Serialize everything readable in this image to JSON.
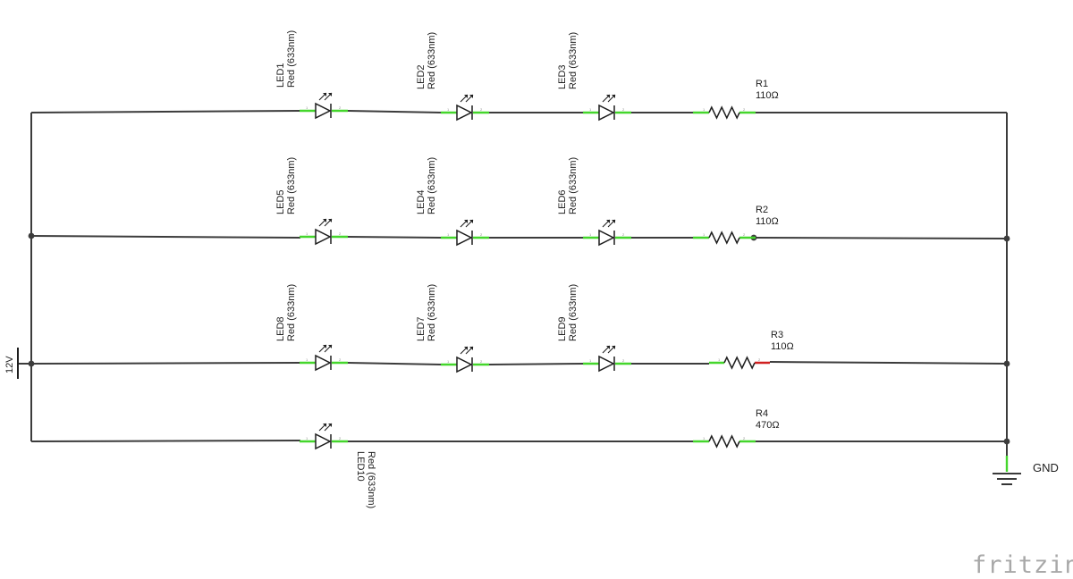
{
  "supply": {
    "label": "12V"
  },
  "ground": {
    "label": "GND"
  },
  "branding": {
    "text": "fritzing"
  },
  "leds": [
    {
      "name": "LED1",
      "color": "Red (633nm)"
    },
    {
      "name": "LED2",
      "color": "Red (633nm)"
    },
    {
      "name": "LED3",
      "color": "Red (633nm)"
    },
    {
      "name": "LED5",
      "color": "Red (633nm)"
    },
    {
      "name": "LED4",
      "color": "Red (633nm)"
    },
    {
      "name": "LED6",
      "color": "Red (633nm)"
    },
    {
      "name": "LED8",
      "color": "Red (633nm)"
    },
    {
      "name": "LED7",
      "color": "Red (633nm)"
    },
    {
      "name": "LED9",
      "color": "Red (633nm)"
    },
    {
      "name": "LED10",
      "color": "Red (633nm)"
    }
  ],
  "resistors": [
    {
      "name": "R1",
      "value": "110Ω"
    },
    {
      "name": "R2",
      "value": "110Ω"
    },
    {
      "name": "R3",
      "value": "110Ω"
    },
    {
      "name": "R4",
      "value": "470Ω"
    }
  ],
  "pin_numbers": {
    "first": "1",
    "second": "2"
  },
  "colors": {
    "wire": "#3c3c3c",
    "pin": "#44d62c",
    "unrouted_pin": "#d02020",
    "branding": "#a8a8a8"
  }
}
